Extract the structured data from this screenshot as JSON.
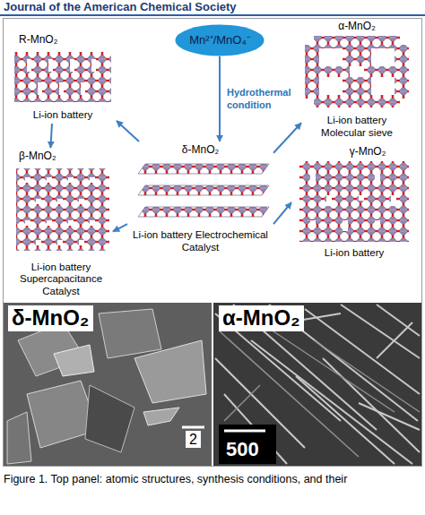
{
  "diagram": {
    "title": "Journal of the American Chemical Society",
    "caption": "Figure 1. Top panel: atomic structures, synthesis conditions, and their",
    "nodes": [
      {
        "text": [
          "Mn²⁺/MnO₄⁻"
        ]
      },
      {
        "text": [
          "R-MnO₂",
          "Li-ion battery"
        ]
      },
      {
        "text": [
          "δ-MnO₂",
          "Li-ion battery Electrochemical Catalyst"
        ]
      },
      {
        "text": [
          "α-MnO₂",
          "Li-ion battery Molecular sieve"
        ]
      },
      {
        "text": [
          "β-MnO₂",
          "Li-ion battery Supercapacitance Catalyst"
        ]
      },
      {
        "text": [
          "γ-MnO₂",
          "Li-ion battery"
        ]
      },
      {
        "text": [
          "δ-MnO₂",
          "2"
        ]
      },
      {
        "text": [
          "α-MnO₂",
          "500"
        ]
      }
    ],
    "edges": [
      {
        "from": 0,
        "to": 2,
        "label": "Hydrothermal condition",
        "arrow": "to"
      },
      {
        "from": 2,
        "to": 1,
        "arrow": "to"
      },
      {
        "from": 1,
        "to": 4,
        "arrow": "to"
      },
      {
        "from": 2,
        "to": 4,
        "arrow": "to"
      },
      {
        "from": 2,
        "to": 3,
        "arrow": "to"
      },
      {
        "from": 2,
        "to": 5,
        "arrow": "to"
      }
    ]
  }
}
